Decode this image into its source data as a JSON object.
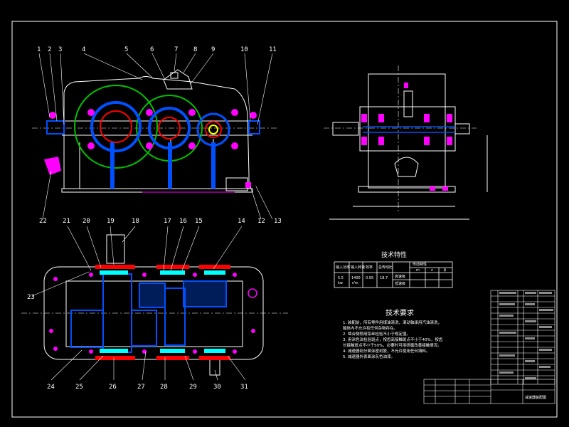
{
  "colors": {
    "background": "#000000",
    "line": "#ffffff",
    "gear": "#0050ff",
    "gear_ring": "#00c000",
    "shaft": "#ff0000",
    "bearing": "#ff00ff",
    "seal": "#00ffff"
  },
  "front_view_labels": [
    "1",
    "2",
    "3",
    "4",
    "5",
    "6",
    "7",
    "8",
    "9",
    "10",
    "11",
    "12",
    "13",
    "22"
  ],
  "top_view_labels_top": [
    "21",
    "20",
    "19",
    "18",
    "17",
    "16",
    "15",
    "14"
  ],
  "top_view_labels_left": "23",
  "top_view_labels_bottom": [
    "24",
    "25",
    "26",
    "27",
    "28",
    "29",
    "30",
    "31"
  ],
  "tech_params": {
    "title": "技术特性",
    "header": [
      "输入功率",
      "输入转速",
      "效率",
      "总传动比",
      "传动特性"
    ],
    "sub_header": [
      "m",
      "z",
      "β"
    ],
    "row_units": [
      "kw",
      "r/m"
    ],
    "values": [
      "5.5",
      "1400",
      "0.95",
      "18.7"
    ],
    "stage1": "高速级",
    "stage2": "低速级"
  },
  "tech_requirements": {
    "title": "技术要求",
    "items": [
      "1. 装配前，所有零件用煤油清洗，滚动轴承用汽油清洗，",
      "   箱体内不允许有任何杂物存在。",
      "2. 啮合侧隙用铅丝检验不小于规定值。",
      "3. 用涂色法检验斑点，按齿高接触斑点不小于40%，按齿",
      "   长接触斑点不小于50%，必要时可用研磨改善接触情况。",
      "4. 减速器剖分面涂密封胶，不允许使用任何填料。",
      "5. 减速器外表面涂灰色油漆。"
    ]
  },
  "title_block": {
    "name": "减速器装配图"
  }
}
